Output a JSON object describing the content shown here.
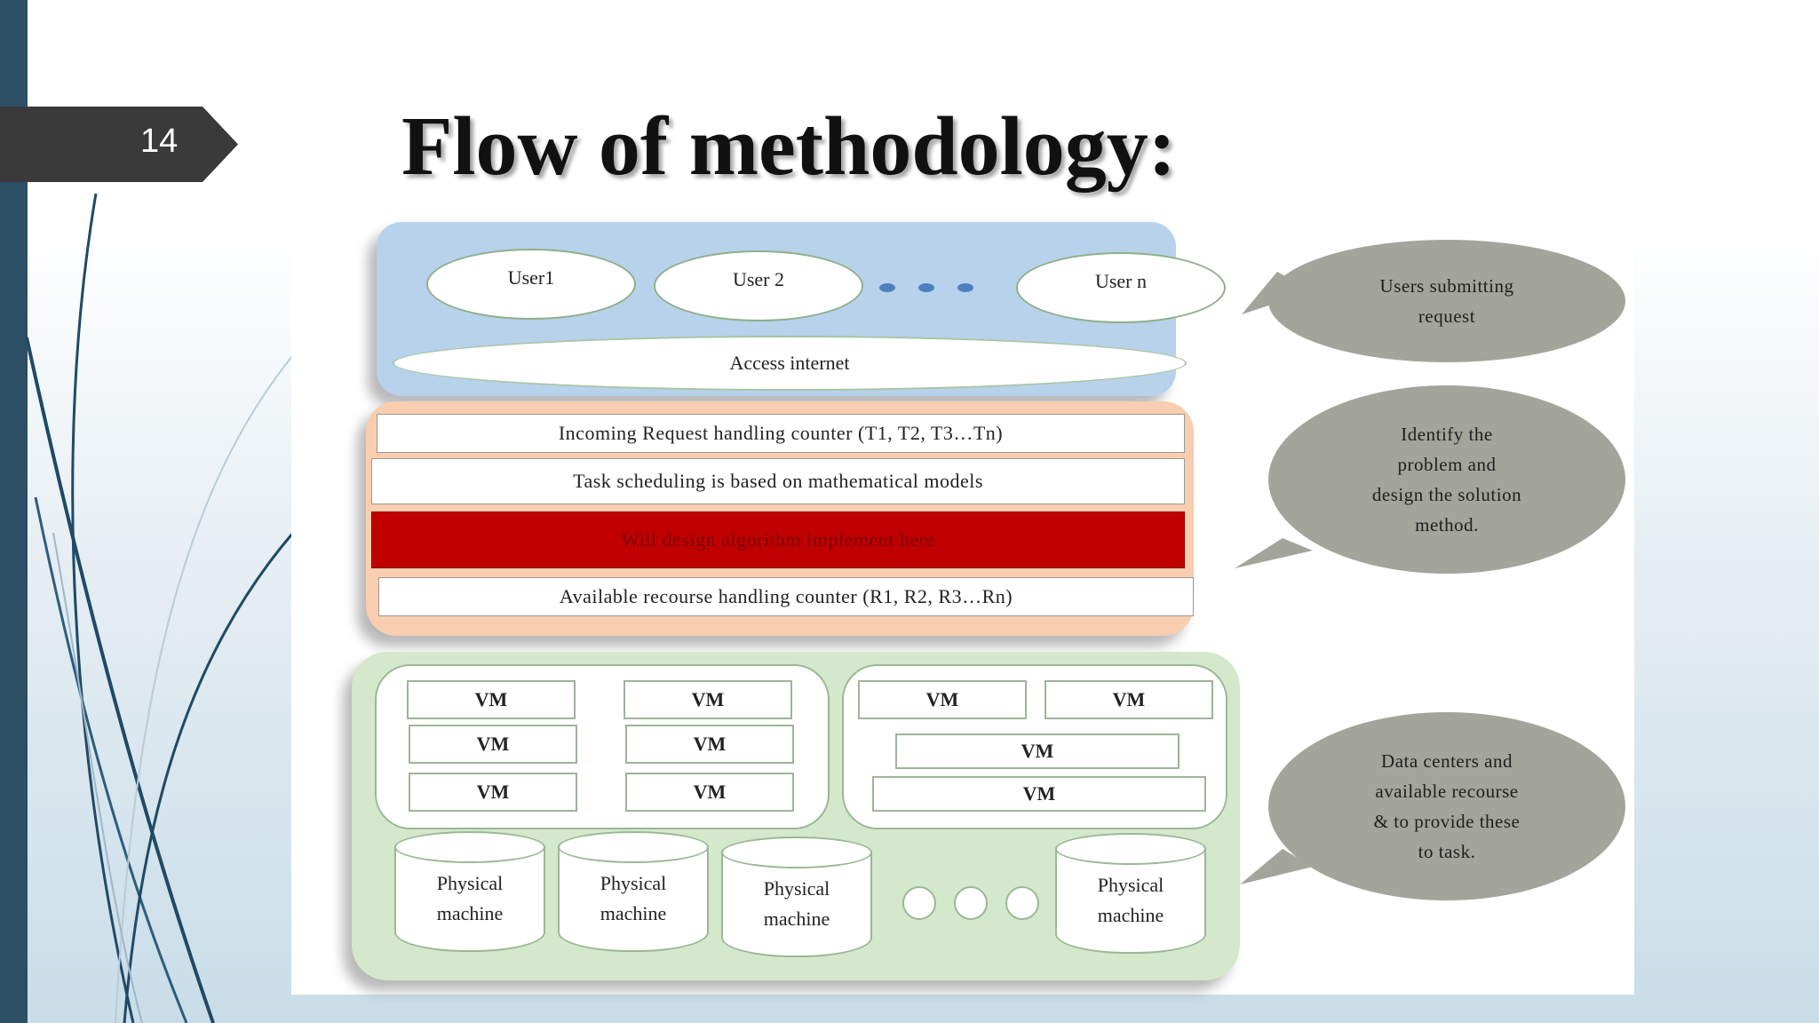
{
  "slide_number": "14",
  "title": "Flow of methodology:",
  "diagram": {
    "users": [
      "User1",
      "User 2",
      "User n"
    ],
    "internet_label": "Access internet",
    "middle_rows": [
      "Incoming Request handling counter (T1, T2, T3…Tn)",
      "Task scheduling is based on mathematical models",
      "Will design algorithm implement here",
      "Available recourse handling counter (R1, R2, R3…Rn)"
    ],
    "vm_label": "VM",
    "physical_machines": [
      {
        "line1": "Physical",
        "line2": "machine"
      },
      {
        "line1": "Physical",
        "line2": "machine"
      },
      {
        "line1": "Physical",
        "line2": "machine"
      },
      {
        "line1": "Physical",
        "line2": "machine"
      }
    ],
    "callouts": [
      [
        "Users submitting",
        "request"
      ],
      [
        "Identify the",
        "problem and",
        "design the solution",
        "method."
      ],
      [
        "Data centers and",
        "available recourse",
        "& to provide these",
        "to task."
      ]
    ]
  },
  "colors": {
    "top_layer": "#b7d2ea",
    "middle_layer": "#f9cdb0",
    "bottom_layer": "#d4e8cc",
    "highlight_row": "#c00000",
    "callout": "#a3a49a",
    "side_bar": "#2c4f66"
  }
}
